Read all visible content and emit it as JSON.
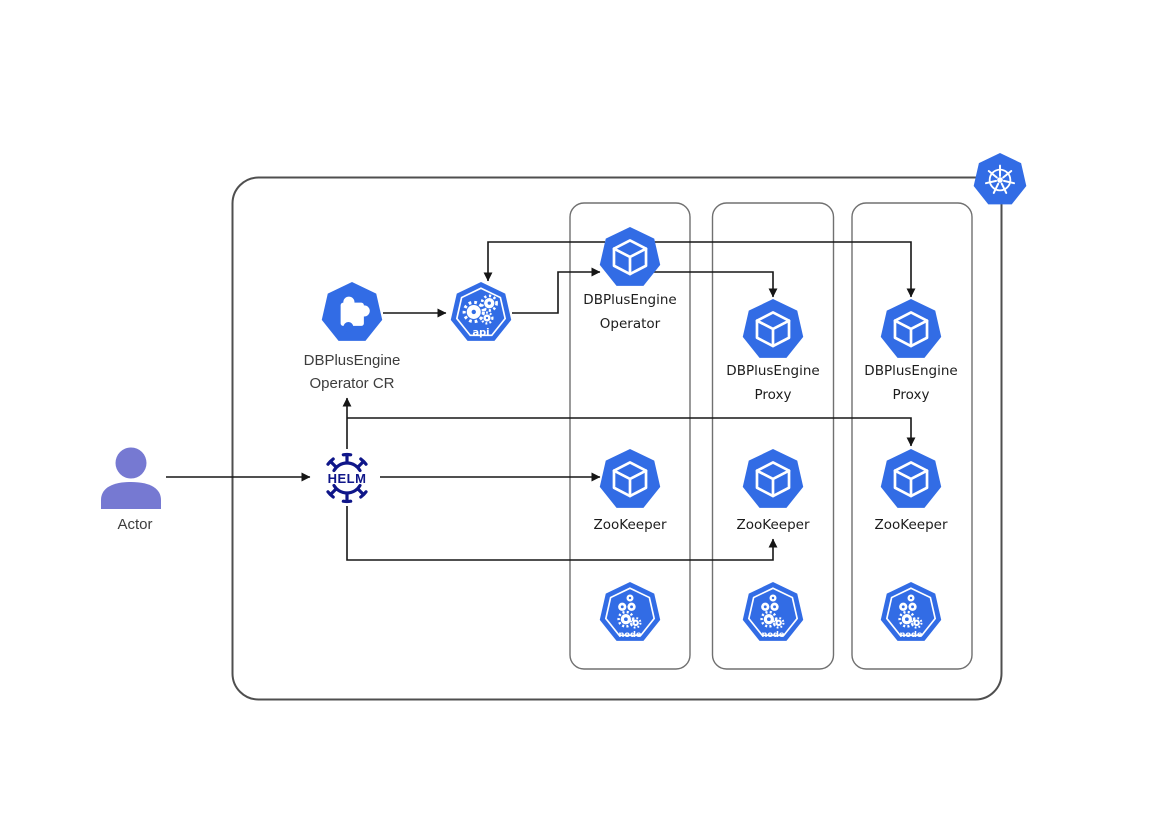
{
  "diagram_type": "kubernetes-deployment-architecture",
  "labels": {
    "actor": "Actor",
    "operator_cr_line1": "DBPlusEngine",
    "operator_cr_line2": "Operator CR",
    "helm_logo_text": "HELM",
    "api_icon_text": "api",
    "node_icon_text": "node"
  },
  "columns": [
    {
      "top_line1": "DBPlusEngine",
      "top_line2": "Operator",
      "middle": "ZooKeeper"
    },
    {
      "top_line1": "DBPlusEngine",
      "top_line2": "Proxy",
      "middle": "ZooKeeper"
    },
    {
      "top_line1": "DBPlusEngine",
      "top_line2": "Proxy",
      "middle": "ZooKeeper"
    }
  ],
  "icons": {
    "cluster_badge": "kubernetes-wheel-icon",
    "actor": "person-icon",
    "helm": "helm-ship-wheel-icon",
    "operator_cr": "crd-puzzle-piece-icon",
    "api_server": "api-gears-icon",
    "workload": "pod-cube-icon",
    "node": "node-icon"
  },
  "edges": [
    "actor -> helm",
    "operator-cr -> api",
    "api -> operator",
    "operator -> api (watch loop)",
    "operator -> proxy-column-2",
    "operator -> proxy-column-3",
    "helm -> operator-cr",
    "helm -> zookeeper-column-3",
    "helm -> zookeeper-column-1",
    "helm -> zookeeper-column-2"
  ],
  "colors": {
    "k8s_blue": "#326CE5",
    "helm_navy": "#0F1689",
    "actor_purple": "#7679D2",
    "wire": "#161616",
    "cluster_border": "#4F4F4F",
    "column_border": "#707070",
    "label_dark": "#1C1C1C",
    "label_gray": "#3D3D3D"
  }
}
